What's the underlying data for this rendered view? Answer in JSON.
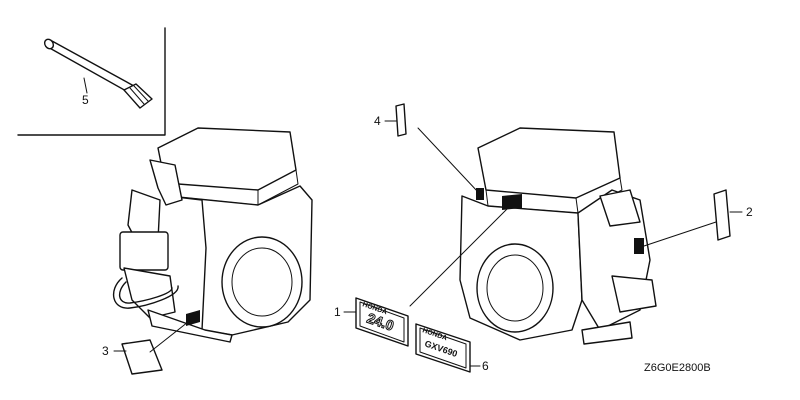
{
  "callouts": [
    {
      "id": "1",
      "label": "1"
    },
    {
      "id": "2",
      "label": "2"
    },
    {
      "id": "3",
      "label": "3"
    },
    {
      "id": "4",
      "label": "4"
    },
    {
      "id": "5",
      "label": "5"
    },
    {
      "id": "6",
      "label": "6"
    }
  ],
  "emblem_1": {
    "brand": "HONDA",
    "model": "24.0"
  },
  "emblem_6": {
    "brand": "HONDA",
    "model": "GXV690"
  },
  "diagram_code": "Z6G0E2800B"
}
